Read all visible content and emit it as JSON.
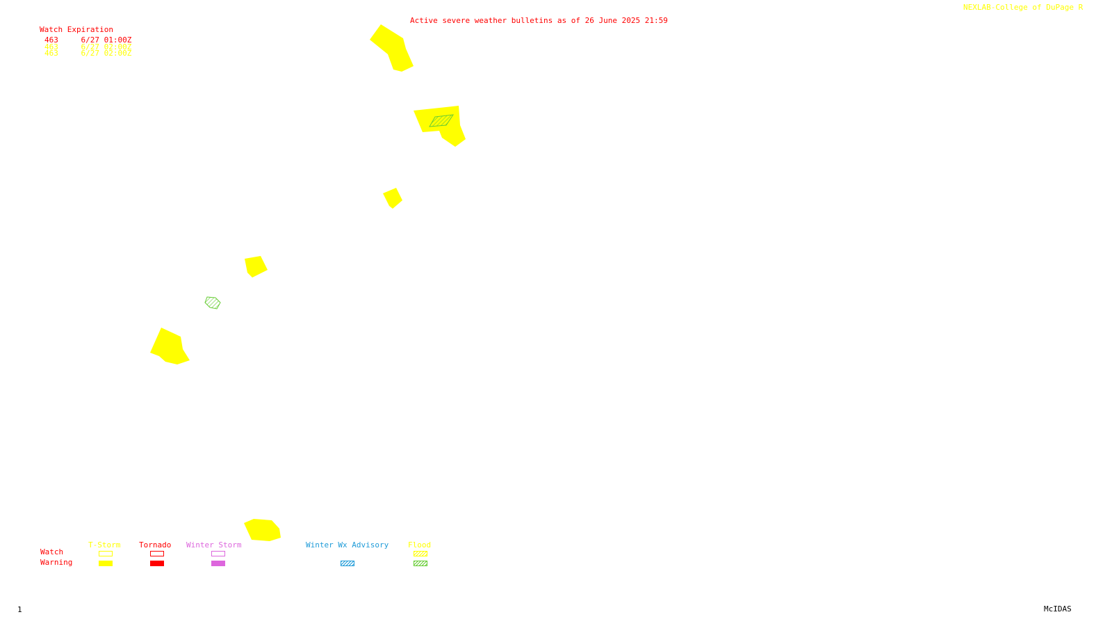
{
  "header": {
    "title": "Active severe weather bulletins as of 26 June 2025 21:59",
    "credit": "NEXLAB-College of DuPage R"
  },
  "watch_table": {
    "heading": "Watch Expiration",
    "rows": [
      {
        "number": "463",
        "expires": "6/27 01:00Z",
        "color": "#ff0000"
      },
      {
        "number": "463",
        "expires": "6/27 02:00Z",
        "color": "#ffff00"
      },
      {
        "number": "463",
        "expires": "6/27 02:00Z",
        "color": "#ffff00"
      }
    ]
  },
  "legend": {
    "row_labels": {
      "watch": "Watch",
      "warning": "Warning"
    },
    "categories": [
      {
        "label": "T-Storm",
        "color": "#ffff00",
        "watch_style": "outline",
        "warning_style": "solid"
      },
      {
        "label": "Tornado",
        "color": "#ff0000",
        "watch_style": "outline",
        "warning_style": "solid"
      },
      {
        "label": "Winter Storm",
        "color": "#dd66dd",
        "watch_style": "outline",
        "warning_style": "solid"
      },
      {
        "label": "Winter Wx Advisory",
        "color": "#1e9bd8",
        "watch_style": "none",
        "warning_style": "hatch"
      },
      {
        "label": "Flood",
        "color": "#ffff00",
        "watch_style": "hatch",
        "warning_style": "hatch",
        "warning_color": "#66cc33"
      }
    ]
  },
  "colors": {
    "thunderstorm_warning": "#ffff00",
    "flood_warning": "#66cc33",
    "title": "#ff0000",
    "footer": "#000000"
  },
  "footer": {
    "frame_number": "1",
    "software": "McIDAS"
  }
}
